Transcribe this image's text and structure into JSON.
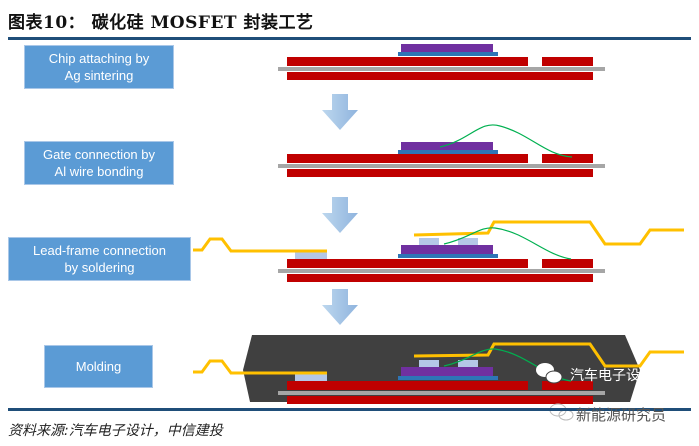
{
  "title": "图表10： 碳化硅 MOSFET 封装工艺",
  "steps": [
    {
      "line1": "Chip attaching by",
      "line2": "Ag sintering"
    },
    {
      "line1": "Gate connection by",
      "line2": "Al wire bonding"
    },
    {
      "line1": "Lead-frame connection",
      "line2": "by soldering"
    },
    {
      "line1": "Molding",
      "line2": ""
    }
  ],
  "source": "资料来源:汽车电子设计，中信建投",
  "watermarks": [
    "汽车电子设计",
    "新能源研究员"
  ],
  "colors": {
    "substrate": "#c00000",
    "core": "#a6a6a6",
    "chip": "#7030a0",
    "attach": "#2e75b6",
    "lead": "#ffc000",
    "wire": "#00b050",
    "mold": "#404040",
    "box": "#5b9bd5"
  }
}
